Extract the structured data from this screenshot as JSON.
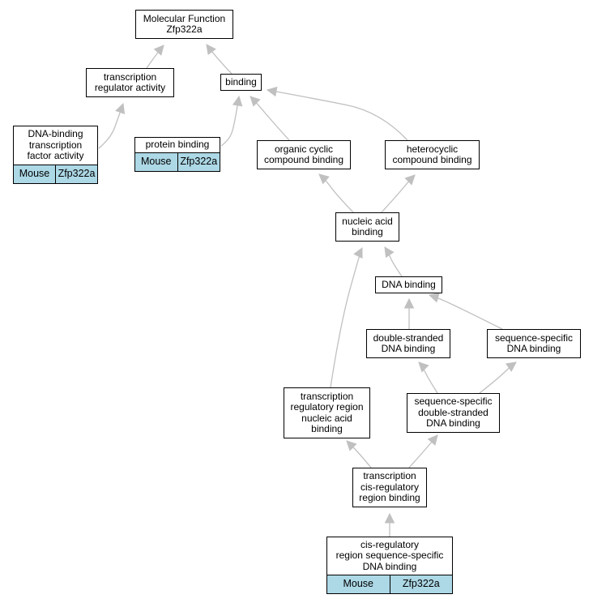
{
  "nodes": {
    "mf": {
      "label": "Molecular Function\nZfp322a"
    },
    "tra": {
      "label": "transcription\nregulator activity"
    },
    "bind": {
      "label": "binding"
    },
    "dbtf": {
      "label": "DNA-binding\ntranscription\nfactor activity",
      "species": "Mouse",
      "gene": "Zfp322a"
    },
    "prot": {
      "label": "protein binding",
      "species": "Mouse",
      "gene": "Zfp322a"
    },
    "occb": {
      "label": "organic cyclic\ncompound binding"
    },
    "hccb": {
      "label": "heterocyclic\ncompound binding"
    },
    "nab": {
      "label": "nucleic acid\nbinding"
    },
    "dnab": {
      "label": "DNA binding"
    },
    "dsdna": {
      "label": "double-stranded\nDNA binding"
    },
    "ssdna": {
      "label": "sequence-specific\nDNA binding"
    },
    "trrna": {
      "label": "transcription\nregulatory region\nnucleic acid\nbinding"
    },
    "ssds": {
      "label": "sequence-specific\ndouble-stranded\nDNA binding"
    },
    "tcis": {
      "label": "transcription\ncis-regulatory\nregion binding"
    },
    "cisss": {
      "label": "cis-regulatory\nregion sequence-specific\nDNA binding",
      "species": "Mouse",
      "gene": "Zfp322a"
    }
  },
  "edges": [
    {
      "from": "tra",
      "to": "mf"
    },
    {
      "from": "bind",
      "to": "mf"
    },
    {
      "from": "dbtf",
      "to": "tra"
    },
    {
      "from": "prot",
      "to": "bind"
    },
    {
      "from": "occb",
      "to": "bind"
    },
    {
      "from": "hccb",
      "to": "bind"
    },
    {
      "from": "nab",
      "to": "occb"
    },
    {
      "from": "nab",
      "to": "hccb"
    },
    {
      "from": "dnab",
      "to": "nab"
    },
    {
      "from": "dsdna",
      "to": "dnab"
    },
    {
      "from": "ssdna",
      "to": "dnab"
    },
    {
      "from": "trrna",
      "to": "nab"
    },
    {
      "from": "ssds",
      "to": "dsdna"
    },
    {
      "from": "ssds",
      "to": "ssdna"
    },
    {
      "from": "tcis",
      "to": "trrna"
    },
    {
      "from": "tcis",
      "to": "ssds"
    },
    {
      "from": "cisss",
      "to": "tcis"
    }
  ],
  "colors": {
    "edge": "#c0c0c0",
    "annotation": "#add8e6",
    "border": "#000000"
  }
}
